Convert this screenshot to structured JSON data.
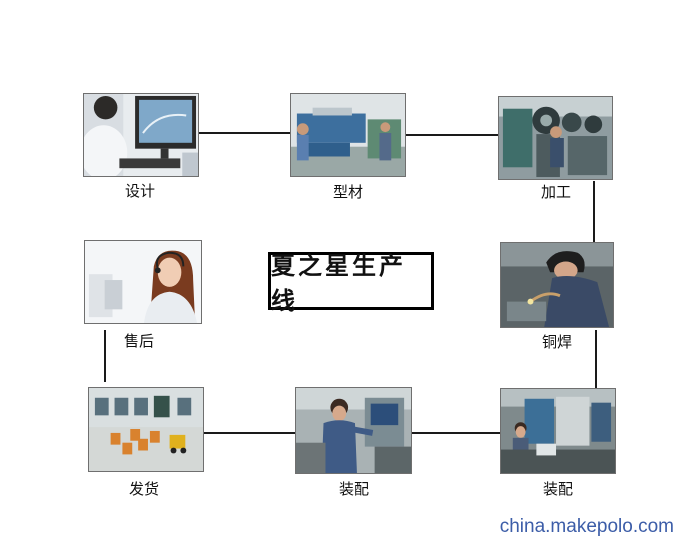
{
  "diagram": {
    "title": "夏之星生产线",
    "steps": [
      {
        "id": "design",
        "label": "设计"
      },
      {
        "id": "material",
        "label": "型材"
      },
      {
        "id": "machining",
        "label": "加工"
      },
      {
        "id": "brazing",
        "label": "铜焊"
      },
      {
        "id": "assembly-1",
        "label": "装配"
      },
      {
        "id": "assembly-2",
        "label": "装配"
      },
      {
        "id": "shipping",
        "label": "发货"
      },
      {
        "id": "after-sales",
        "label": "售后"
      }
    ],
    "flow": [
      "设计",
      "型材",
      "加工",
      "铜焊",
      "装配",
      "装配",
      "发货",
      "售后"
    ]
  },
  "watermark": "china.makepolo.com"
}
